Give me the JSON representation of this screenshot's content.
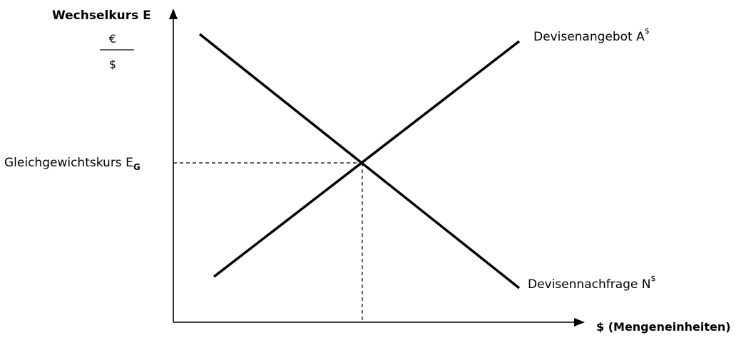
{
  "diagram": {
    "y_axis": {
      "title": "Wechselkurs E",
      "unit_numerator": "€",
      "unit_denominator": "$"
    },
    "x_axis": {
      "title": "$ (Mengeneinheiten)"
    },
    "supply_curve": {
      "name": "Devisenangebot A",
      "superscript": "$"
    },
    "demand_curve": {
      "name": "Devisennachfrage N",
      "superscript": "$"
    },
    "equilibrium": {
      "label": "Gleichgewichtskurs E",
      "subscript": "G"
    }
  }
}
